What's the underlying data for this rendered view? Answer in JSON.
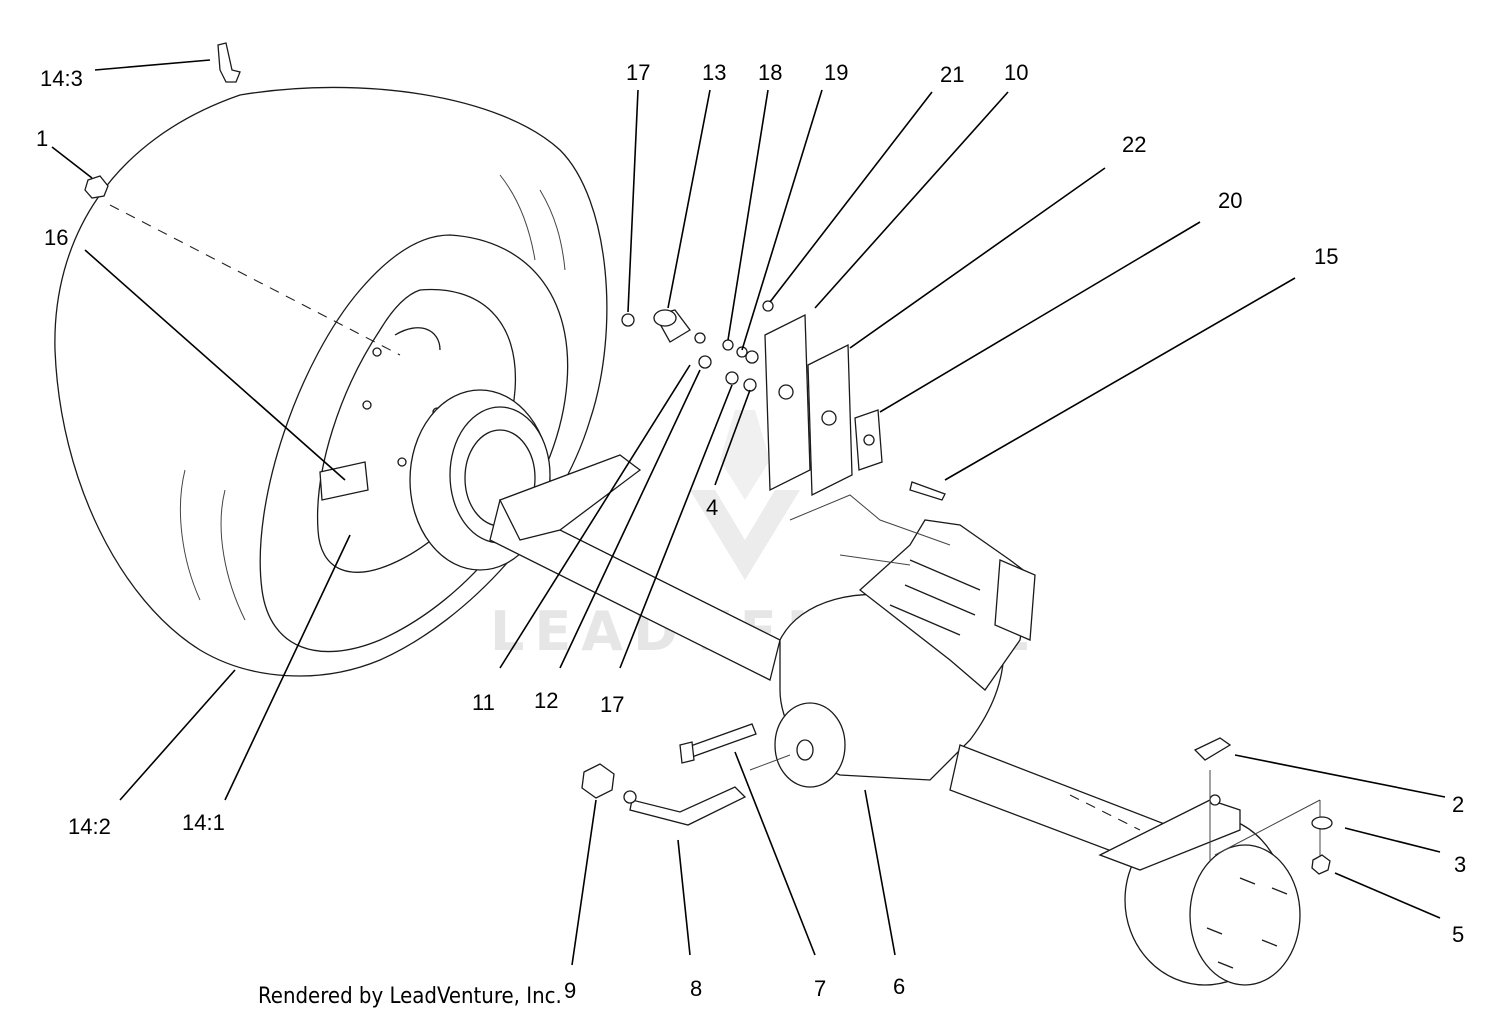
{
  "callouts": [
    {
      "id": "c-14-3",
      "text": "14:3"
    },
    {
      "id": "c-1",
      "text": "1"
    },
    {
      "id": "c-16",
      "text": "16"
    },
    {
      "id": "c-17a",
      "text": "17"
    },
    {
      "id": "c-13",
      "text": "13"
    },
    {
      "id": "c-18",
      "text": "18"
    },
    {
      "id": "c-19",
      "text": "19"
    },
    {
      "id": "c-21",
      "text": "21"
    },
    {
      "id": "c-10",
      "text": "10"
    },
    {
      "id": "c-22",
      "text": "22"
    },
    {
      "id": "c-20",
      "text": "20"
    },
    {
      "id": "c-15",
      "text": "15"
    },
    {
      "id": "c-4",
      "text": "4"
    },
    {
      "id": "c-11",
      "text": "11"
    },
    {
      "id": "c-12",
      "text": "12"
    },
    {
      "id": "c-17b",
      "text": "17"
    },
    {
      "id": "c-14-2",
      "text": "14:2"
    },
    {
      "id": "c-14-1",
      "text": "14:1"
    },
    {
      "id": "c-2",
      "text": "2"
    },
    {
      "id": "c-3",
      "text": "3"
    },
    {
      "id": "c-5",
      "text": "5"
    },
    {
      "id": "c-9",
      "text": "9"
    },
    {
      "id": "c-8",
      "text": "8"
    },
    {
      "id": "c-7",
      "text": "7"
    },
    {
      "id": "c-6",
      "text": "6"
    }
  ],
  "credit": "Rendered by LeadVenture, Inc.",
  "watermark": "LEADVENTURE"
}
